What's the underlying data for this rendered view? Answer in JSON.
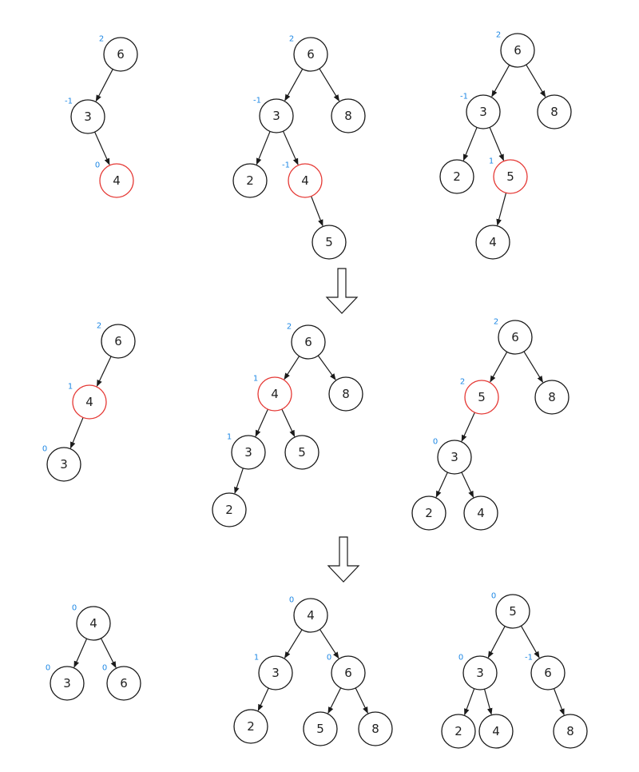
{
  "colors": {
    "node_stroke": "#1a1a1a",
    "highlight_stroke": "#e53935",
    "balance_factor_text": "#1e88e5"
  },
  "trees": [
    {
      "id": "t1",
      "nodes": [
        {
          "id": "a",
          "label": "6",
          "bf": "2"
        },
        {
          "id": "b",
          "label": "3",
          "bf": "-1"
        },
        {
          "id": "c",
          "label": "4",
          "bf": "0",
          "highlight": true
        }
      ],
      "edges": [
        [
          "a",
          "b"
        ],
        [
          "b",
          "c"
        ]
      ]
    },
    {
      "id": "t2",
      "nodes": [
        {
          "id": "a",
          "label": "6",
          "bf": "2"
        },
        {
          "id": "b",
          "label": "3",
          "bf": "-1"
        },
        {
          "id": "c",
          "label": "8",
          "bf": ""
        },
        {
          "id": "d",
          "label": "2",
          "bf": ""
        },
        {
          "id": "e",
          "label": "4",
          "bf": "-1",
          "highlight": true
        },
        {
          "id": "f",
          "label": "5",
          "bf": ""
        }
      ],
      "edges": [
        [
          "a",
          "b"
        ],
        [
          "a",
          "c"
        ],
        [
          "b",
          "d"
        ],
        [
          "b",
          "e"
        ],
        [
          "e",
          "f"
        ]
      ]
    },
    {
      "id": "t3",
      "nodes": [
        {
          "id": "a",
          "label": "6",
          "bf": "2"
        },
        {
          "id": "b",
          "label": "3",
          "bf": "-1"
        },
        {
          "id": "c",
          "label": "8",
          "bf": ""
        },
        {
          "id": "d",
          "label": "2",
          "bf": ""
        },
        {
          "id": "e",
          "label": "5",
          "bf": "1",
          "highlight": true
        },
        {
          "id": "f",
          "label": "4",
          "bf": ""
        }
      ],
      "edges": [
        [
          "a",
          "b"
        ],
        [
          "a",
          "c"
        ],
        [
          "b",
          "d"
        ],
        [
          "b",
          "e"
        ],
        [
          "e",
          "f"
        ]
      ]
    },
    {
      "id": "t4",
      "nodes": [
        {
          "id": "a",
          "label": "6",
          "bf": "2"
        },
        {
          "id": "b",
          "label": "4",
          "bf": "1",
          "highlight": true
        },
        {
          "id": "c",
          "label": "3",
          "bf": "0"
        }
      ],
      "edges": [
        [
          "a",
          "b"
        ],
        [
          "b",
          "c"
        ]
      ]
    },
    {
      "id": "t5",
      "nodes": [
        {
          "id": "a",
          "label": "6",
          "bf": "2"
        },
        {
          "id": "b",
          "label": "4",
          "bf": "1",
          "highlight": true
        },
        {
          "id": "c",
          "label": "8",
          "bf": ""
        },
        {
          "id": "d",
          "label": "3",
          "bf": "1"
        },
        {
          "id": "e",
          "label": "5",
          "bf": ""
        },
        {
          "id": "f",
          "label": "2",
          "bf": ""
        }
      ],
      "edges": [
        [
          "a",
          "b"
        ],
        [
          "a",
          "c"
        ],
        [
          "b",
          "d"
        ],
        [
          "b",
          "e"
        ],
        [
          "d",
          "f"
        ]
      ]
    },
    {
      "id": "t6",
      "nodes": [
        {
          "id": "a",
          "label": "6",
          "bf": "2"
        },
        {
          "id": "b",
          "label": "5",
          "bf": "2",
          "highlight": true
        },
        {
          "id": "c",
          "label": "8",
          "bf": ""
        },
        {
          "id": "d",
          "label": "3",
          "bf": "0"
        },
        {
          "id": "e",
          "label": "2",
          "bf": ""
        },
        {
          "id": "f",
          "label": "4",
          "bf": ""
        }
      ],
      "edges": [
        [
          "a",
          "b"
        ],
        [
          "a",
          "c"
        ],
        [
          "b",
          "d"
        ],
        [
          "d",
          "e"
        ],
        [
          "d",
          "f"
        ]
      ]
    },
    {
      "id": "t7",
      "nodes": [
        {
          "id": "a",
          "label": "4",
          "bf": "0"
        },
        {
          "id": "b",
          "label": "3",
          "bf": "0"
        },
        {
          "id": "c",
          "label": "6",
          "bf": "0"
        }
      ],
      "edges": [
        [
          "a",
          "b"
        ],
        [
          "a",
          "c"
        ]
      ]
    },
    {
      "id": "t8",
      "nodes": [
        {
          "id": "a",
          "label": "4",
          "bf": "0"
        },
        {
          "id": "b",
          "label": "3",
          "bf": "1"
        },
        {
          "id": "c",
          "label": "6",
          "bf": "0"
        },
        {
          "id": "d",
          "label": "2",
          "bf": ""
        },
        {
          "id": "e",
          "label": "5",
          "bf": ""
        },
        {
          "id": "f",
          "label": "8",
          "bf": ""
        }
      ],
      "edges": [
        [
          "a",
          "b"
        ],
        [
          "a",
          "c"
        ],
        [
          "b",
          "d"
        ],
        [
          "c",
          "e"
        ],
        [
          "c",
          "f"
        ]
      ]
    },
    {
      "id": "t9",
      "nodes": [
        {
          "id": "a",
          "label": "5",
          "bf": "0"
        },
        {
          "id": "b",
          "label": "3",
          "bf": "0"
        },
        {
          "id": "c",
          "label": "6",
          "bf": "-1"
        },
        {
          "id": "d",
          "label": "2",
          "bf": ""
        },
        {
          "id": "e",
          "label": "4",
          "bf": ""
        },
        {
          "id": "f",
          "label": "8",
          "bf": ""
        }
      ],
      "edges": [
        [
          "a",
          "b"
        ],
        [
          "a",
          "c"
        ],
        [
          "b",
          "d"
        ],
        [
          "b",
          "e"
        ],
        [
          "c",
          "f"
        ]
      ]
    }
  ]
}
